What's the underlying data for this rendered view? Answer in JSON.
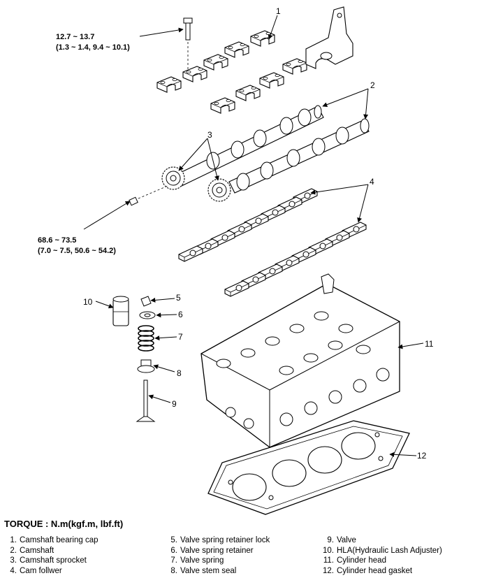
{
  "torque_specs": {
    "bolt_cap": {
      "line1": "12.7 ~ 13.7",
      "line2": "(1.3 ~ 1.4, 9.4 ~ 10.1)"
    },
    "bolt_sprocket": {
      "line1": "68.6 ~ 73.5",
      "line2": "(7.0 ~ 7.5, 50.6 ~ 54.2)"
    }
  },
  "torque_unit": "TORQUE : N.m(kgf.m, lbf.ft)",
  "callouts": [
    "1",
    "2",
    "3",
    "4",
    "5",
    "6",
    "7",
    "8",
    "9",
    "10",
    "11",
    "12"
  ],
  "legend": {
    "col1": [
      {
        "num": "1.",
        "label": "Camshaft bearing cap"
      },
      {
        "num": "2.",
        "label": "Camshaft"
      },
      {
        "num": "3.",
        "label": "Camshaft sprocket"
      },
      {
        "num": "4.",
        "label": "Cam follwer"
      }
    ],
    "col2": [
      {
        "num": "5.",
        "label": "Valve spring retainer lock"
      },
      {
        "num": "6.",
        "label": "Valve spring retainer"
      },
      {
        "num": "7.",
        "label": "Valve spring"
      },
      {
        "num": "8.",
        "label": "Valve stem seal"
      }
    ],
    "col3": [
      {
        "num": "9.",
        "label": "Valve"
      },
      {
        "num": "10.",
        "label": "HLA(Hydraulic Lash Adjuster)"
      },
      {
        "num": "11.",
        "label": "Cylinder head"
      },
      {
        "num": "12.",
        "label": "Cylinder head gasket"
      }
    ]
  }
}
